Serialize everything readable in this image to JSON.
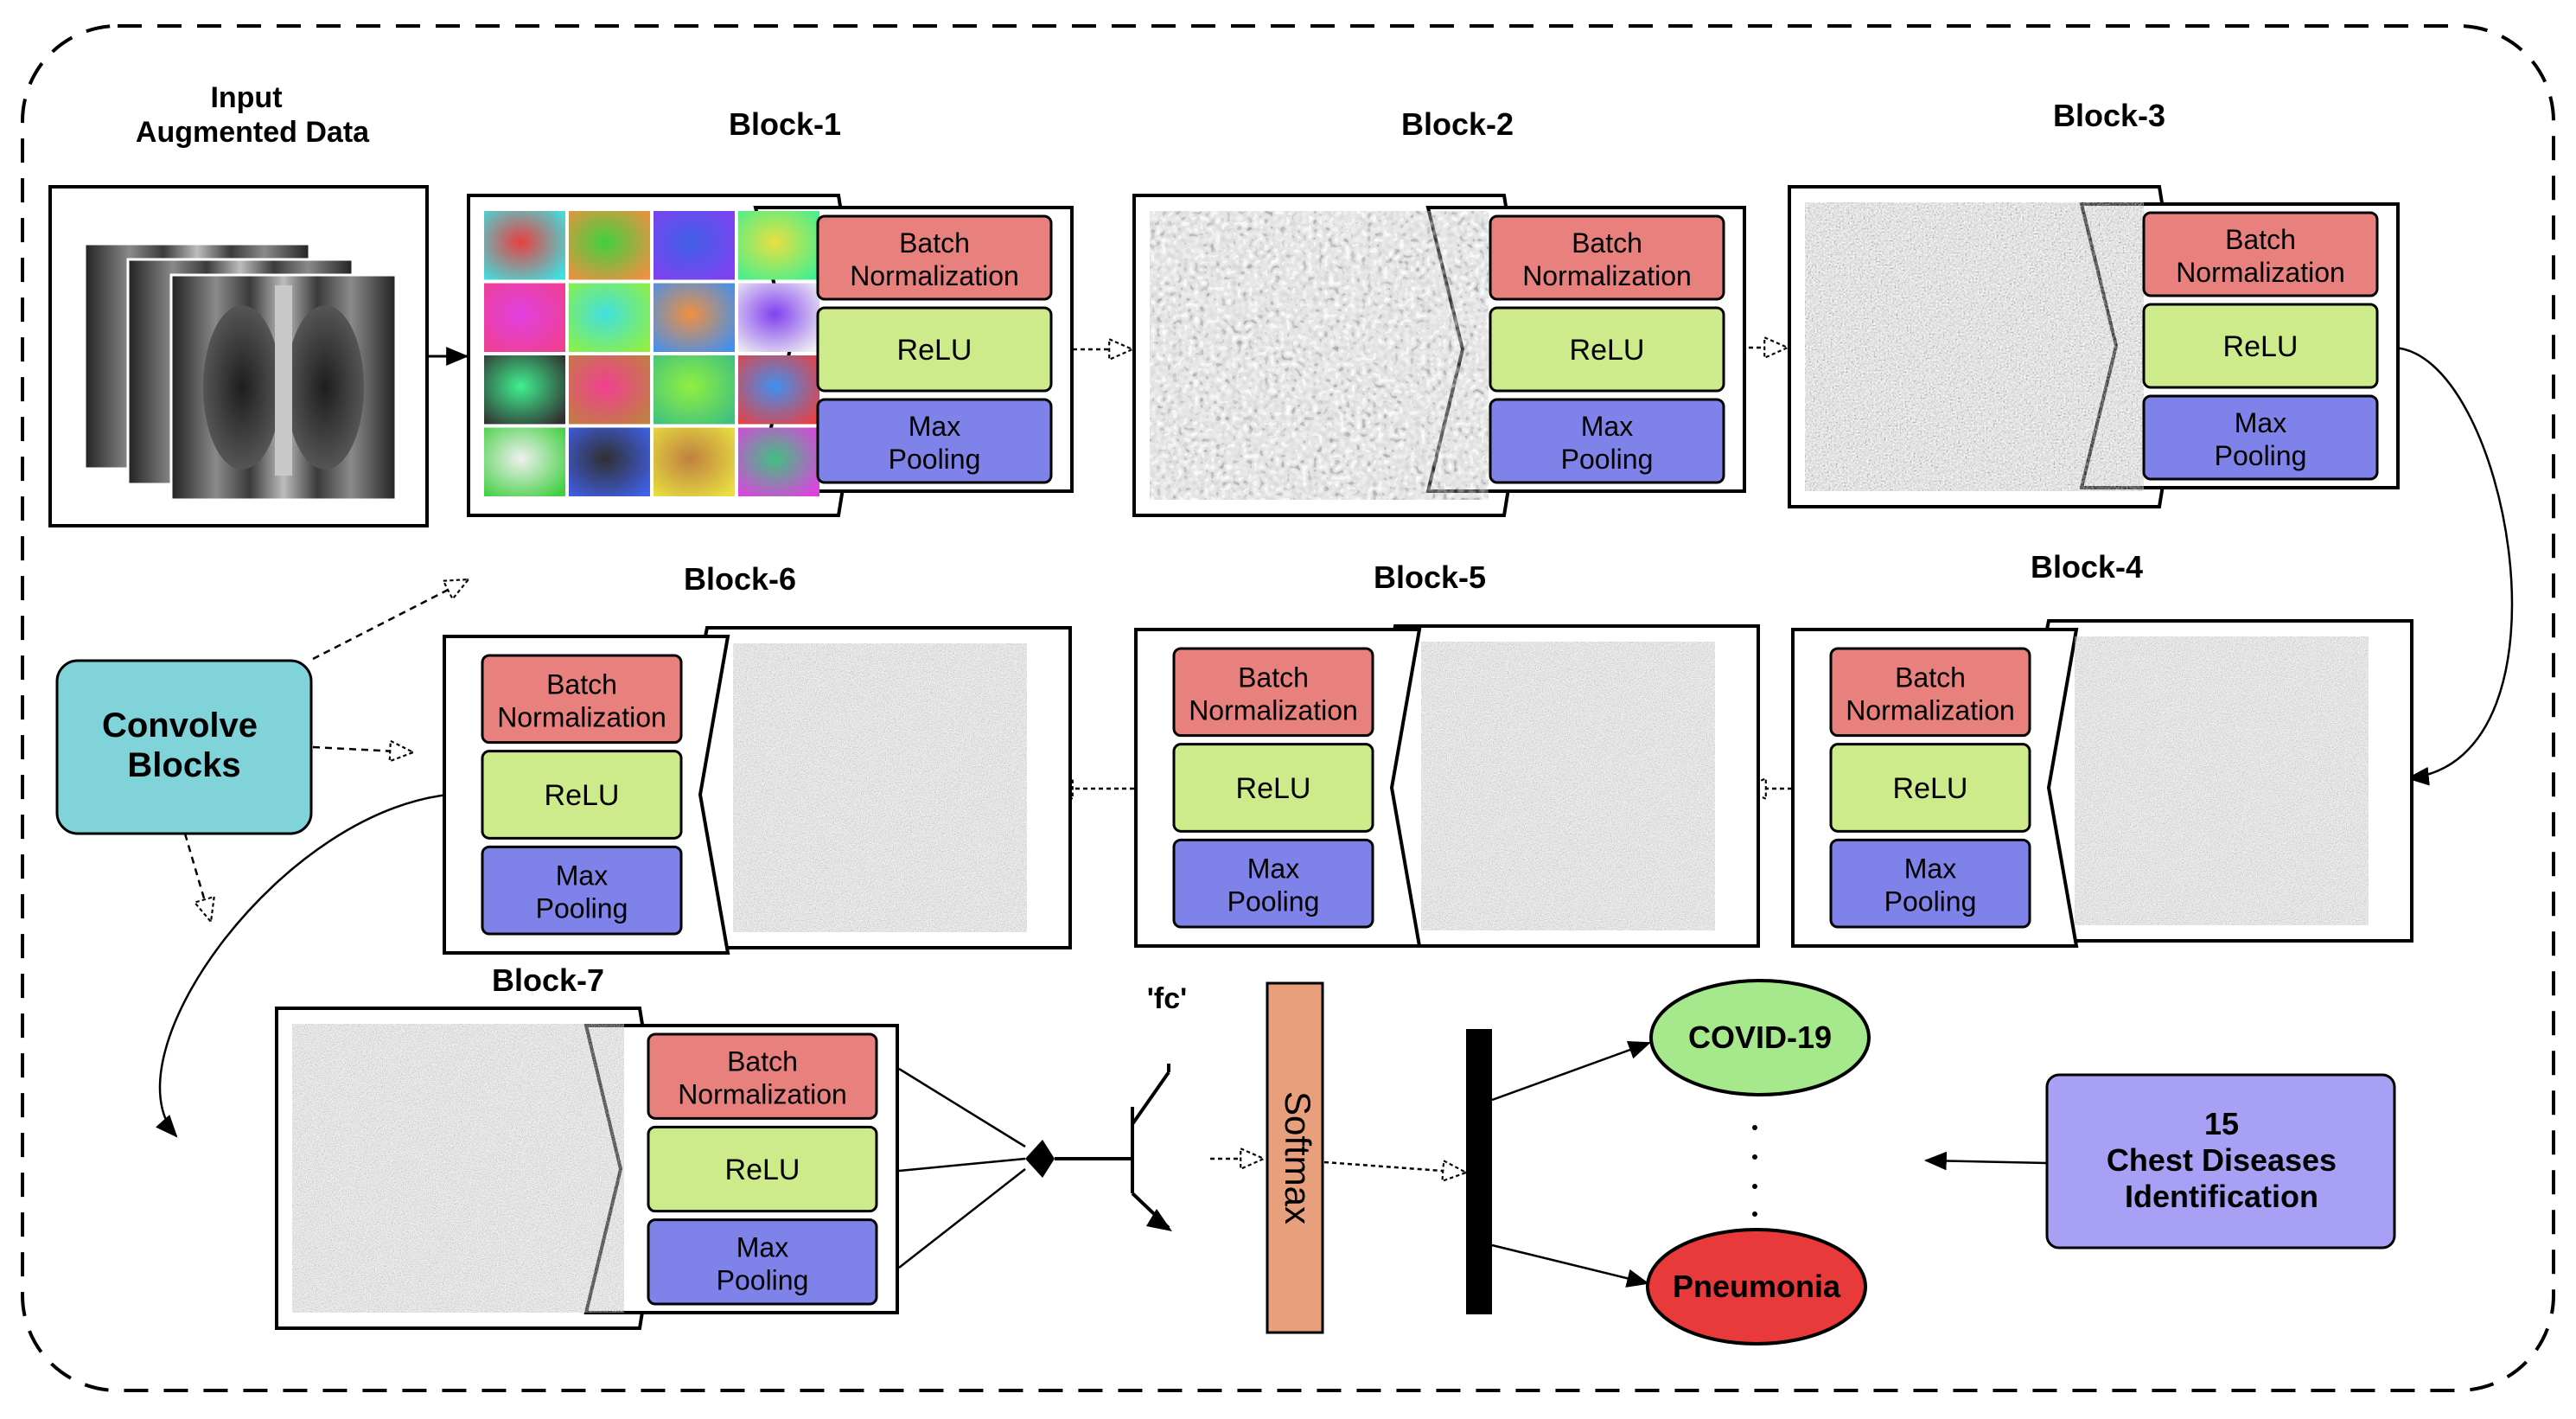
{
  "input": {
    "title_line1": "Input",
    "title_line2": "Augmented Data"
  },
  "blocks": [
    {
      "title": "Block-1",
      "batch_line1": "Batch",
      "batch_line2": "Normalization",
      "relu": "ReLU",
      "pool_line1": "Max",
      "pool_line2": "Pooling"
    },
    {
      "title": "Block-2",
      "batch_line1": "Batch",
      "batch_line2": "Normalization",
      "relu": "ReLU",
      "pool_line1": "Max",
      "pool_line2": "Pooling"
    },
    {
      "title": "Block-3",
      "batch_line1": "Batch",
      "batch_line2": "Normalization",
      "relu": "ReLU",
      "pool_line1": "Max",
      "pool_line2": "Pooling"
    },
    {
      "title": "Block-4",
      "batch_line1": "Batch",
      "batch_line2": "Normalization",
      "relu": "ReLU",
      "pool_line1": "Max",
      "pool_line2": "Pooling"
    },
    {
      "title": "Block-5",
      "batch_line1": "Batch",
      "batch_line2": "Normalization",
      "relu": "ReLU",
      "pool_line1": "Max",
      "pool_line2": "Pooling"
    },
    {
      "title": "Block-6",
      "batch_line1": "Batch",
      "batch_line2": "Normalization",
      "relu": "ReLU",
      "pool_line1": "Max",
      "pool_line2": "Pooling"
    },
    {
      "title": "Block-7",
      "batch_line1": "Batch",
      "batch_line2": "Normalization",
      "relu": "ReLU",
      "pool_line1": "Max",
      "pool_line2": "Pooling"
    }
  ],
  "legend": {
    "line1": "Convolve",
    "line2": "Blocks"
  },
  "fc": {
    "label": "'fc'"
  },
  "softmax": {
    "label": "Softmax"
  },
  "outputs": {
    "covid": "COVID-19",
    "pneumonia": "Pneumonia",
    "ellipsis": "·\n·\n·\n·"
  },
  "diseases": {
    "line1": "15",
    "line2": "Chest Diseases",
    "line3": "Identification"
  },
  "colors": {
    "batch": "#e8807e",
    "relu": "#cdeb8b",
    "pool": "#7f82e8",
    "legend": "#7fd3d9",
    "softmax": "#e8a07c",
    "covid": "#a6e88c",
    "pneumonia": "#e83a3a",
    "diseases": "#a8a0f5"
  }
}
